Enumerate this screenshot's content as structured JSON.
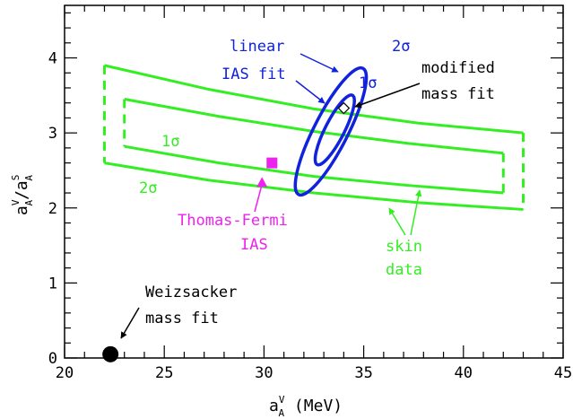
{
  "chart_data": {
    "type": "scatter",
    "xlabel": {
      "base": "a",
      "sup": "V",
      "sub": "A",
      "unit": " (MeV)"
    },
    "ylabel": {
      "num_base": "a",
      "num_sup": "V",
      "num_sub": "A",
      "slash": "/",
      "den_base": "a",
      "den_sup": "S",
      "den_sub": "A"
    },
    "xlim": [
      20,
      45
    ],
    "ylim": [
      0,
      4.7
    ],
    "xticks": [
      "20",
      "25",
      "30",
      "35",
      "40",
      "45"
    ],
    "yticks": [
      "0",
      "1",
      "2",
      "3",
      "4"
    ],
    "grid": false,
    "series": [
      {
        "name": "skin data 1σ",
        "color": "#33ee22",
        "shape": "band",
        "x_left": 23,
        "x_right": 42,
        "upper": [
          [
            23,
            3.45
          ],
          [
            27.75,
            3.22
          ],
          [
            32.5,
            3.02
          ],
          [
            37.25,
            2.86
          ],
          [
            42,
            2.73
          ]
        ],
        "lower": [
          [
            23,
            2.82
          ],
          [
            27.75,
            2.6
          ],
          [
            32.5,
            2.42
          ],
          [
            37.25,
            2.3
          ],
          [
            42,
            2.2
          ]
        ]
      },
      {
        "name": "skin data 2σ",
        "color": "#33ee22",
        "shape": "band",
        "x_left": 22,
        "x_right": 43,
        "upper": [
          [
            22,
            3.9
          ],
          [
            27.25,
            3.58
          ],
          [
            32.5,
            3.32
          ],
          [
            37.75,
            3.13
          ],
          [
            43,
            3.0
          ]
        ],
        "lower": [
          [
            22,
            2.6
          ],
          [
            27.25,
            2.37
          ],
          [
            32.5,
            2.2
          ],
          [
            37.75,
            2.07
          ],
          [
            43,
            1.98
          ]
        ]
      },
      {
        "name": "linear IAS fit 1σ",
        "color": "#1122dd",
        "shape": "ellipse",
        "center": [
          33.55,
          3.04
        ],
        "semi_axes_data": [
          1.95,
          0.48
        ],
        "angle_deg": -63
      },
      {
        "name": "linear IAS fit 2σ",
        "color": "#1122dd",
        "shape": "ellipse",
        "center": [
          33.35,
          3.02
        ],
        "semi_axes_data": [
          3.55,
          0.85
        ],
        "angle_deg": -63
      },
      {
        "name": "modified mass fit",
        "shape": "open-diamond",
        "x": 34.0,
        "y": 3.33,
        "color": "#000000"
      },
      {
        "name": "Thomas-Fermi IAS square",
        "shape": "square",
        "x": 30.4,
        "y": 2.6,
        "color": "#ee22ee"
      },
      {
        "name": "Thomas-Fermi IAS triangle",
        "shape": "triangle",
        "x": 29.9,
        "y": 2.34,
        "color": "#ee22ee"
      },
      {
        "name": "Weizsacker mass fit",
        "shape": "circle",
        "x": 22.3,
        "y": 0.05,
        "color": "#000000"
      }
    ],
    "annotations": {
      "linear_ias": {
        "line1": "linear",
        "line2": "IAS fit",
        "color": "#1122dd"
      },
      "two_sigma_blue": {
        "text": "2σ",
        "color": "#1122dd"
      },
      "one_sigma_blue": {
        "text": "1σ",
        "color": "#1122dd"
      },
      "modified": {
        "line1": "modified",
        "line2": "mass fit",
        "color": "#000000"
      },
      "one_sigma_green": {
        "text": "1σ",
        "color": "#33ee22"
      },
      "two_sigma_green": {
        "text": "2σ",
        "color": "#33ee22"
      },
      "thomas": {
        "line1": "Thomas-Fermi",
        "line2": "IAS",
        "color": "#ee22ee"
      },
      "skin": {
        "line1": "skin",
        "line2": "data",
        "color": "#33ee22"
      },
      "weiz": {
        "line1": "Weizsacker",
        "line2": "mass fit",
        "color": "#000000"
      }
    }
  }
}
